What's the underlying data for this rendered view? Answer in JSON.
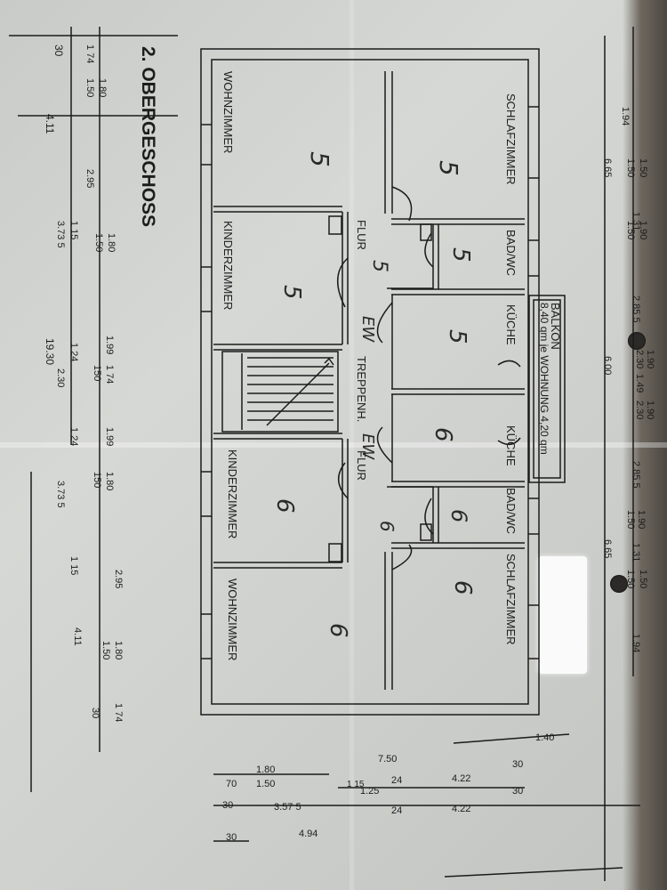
{
  "title": "2. OBERGESCHOSS",
  "rooms": {
    "wohn_left": "WOHNZIMMER",
    "schlaf_left": "SCHLAFZIMMER",
    "kinder_upper": "KINDERZIMMER",
    "flur_upper": "FLUR",
    "bad_upper": "BAD/WC",
    "kueche_upper": "KÜCHE",
    "balkon": "BALKON",
    "balkon_note": "8,40 qm je WOHNUNG 4,20 qm",
    "treppenhaus": "TREPPENH.",
    "kueche_lower": "KÜCHE",
    "flur_lower": "FLUR",
    "kinder_lower": "KINDERZIMMER",
    "bad_lower": "BAD/WC",
    "schlaf_right": "SCHLAFZIMMER",
    "wohn_right": "WOHNZIMMER"
  },
  "handwritten": {
    "n1": "5",
    "n2": "5",
    "n3": "5",
    "n4": "5",
    "n5": "5",
    "n6": "5",
    "n7": "6",
    "n8": "6",
    "n9": "6",
    "n10": "6",
    "n11": "6",
    "n12": "6",
    "ew1": "EW",
    "ew2": "EW"
  },
  "dims_left": [
    "30",
    "4.11",
    "19.30"
  ],
  "dims_col1": [
    "1 74",
    "1.80",
    "1.50",
    "2.95",
    "1 15",
    "3.73 5",
    "1 24",
    "2.30",
    "1 24",
    "3.73 5",
    "1 15",
    "2.95",
    "1.80",
    "1.50",
    "1 74"
  ],
  "dims_col1_extra": [
    "1.80",
    "1.50",
    "1.99",
    "1 74",
    "150",
    "1.99",
    "1.80",
    "150",
    "4.11",
    "30"
  ],
  "dims_right": [
    "1.94",
    "1.50",
    "1.50",
    "6.65",
    "1.31",
    "1.90",
    "1.50",
    "2.85 5",
    "6.00",
    "1.90",
    "2.30",
    "1.49",
    "1.90",
    "2.30",
    "2.85 5",
    "1.90",
    "1.50",
    "6.65",
    "1.31",
    "1.50",
    "1.50",
    "1.94"
  ],
  "dims_bottom": [
    "1.40",
    "70",
    "1.80",
    "1.50",
    "7.50",
    "30",
    "3.57 5",
    "1 15",
    "1.25",
    "24",
    "4.22",
    "30",
    "30",
    "4.94",
    "24",
    "4.22",
    "30"
  ]
}
